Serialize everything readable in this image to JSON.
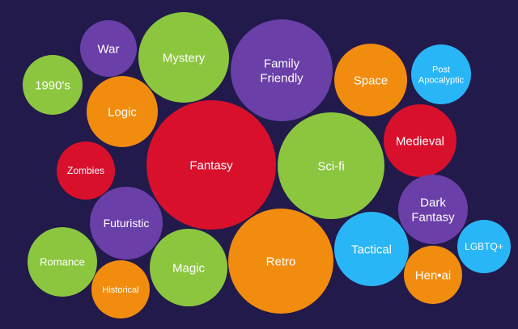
{
  "chart_data": {
    "type": "bubble",
    "title": "",
    "bubbles": [
      {
        "label": "War",
        "color": "purple"
      },
      {
        "label": "Mystery",
        "color": "green"
      },
      {
        "label": "Family Friendly",
        "color": "purple"
      },
      {
        "label": "Space",
        "color": "orange"
      },
      {
        "label": "Post Apocalyptic",
        "color": "blue"
      },
      {
        "label": "1990's",
        "color": "green"
      },
      {
        "label": "Logic",
        "color": "orange"
      },
      {
        "label": "Medieval",
        "color": "red"
      },
      {
        "label": "Zombies",
        "color": "red"
      },
      {
        "label": "Fantasy",
        "color": "red"
      },
      {
        "label": "Sci-fi",
        "color": "green"
      },
      {
        "label": "Dark Fantasy",
        "color": "purple"
      },
      {
        "label": "Futuristic",
        "color": "purple"
      },
      {
        "label": "Tactical",
        "color": "blue"
      },
      {
        "label": "LGBTQ+",
        "color": "blue"
      },
      {
        "label": "Romance",
        "color": "green"
      },
      {
        "label": "Magic",
        "color": "green"
      },
      {
        "label": "Retro",
        "color": "orange"
      },
      {
        "label": "Hen•ai",
        "color": "orange"
      },
      {
        "label": "Historical",
        "color": "orange"
      }
    ],
    "palette": {
      "red": "#d9102c",
      "green": "#8cc63f",
      "purple": "#6a3fa8",
      "orange": "#f28c0f",
      "blue": "#29b6f6"
    },
    "background": "#211a4a"
  }
}
